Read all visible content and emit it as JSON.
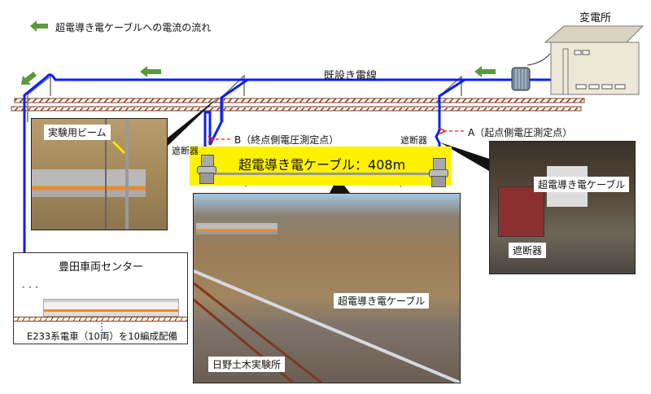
{
  "legend": {
    "text": "超電導き電ケーブルへの電流の流れ",
    "arrow_color": "#5b9a3c"
  },
  "labels": {
    "existing_line": "既設き電線",
    "substation": "変電所",
    "breaker_left": "遮断器",
    "breaker_right": "遮断器",
    "point_b": "B（終点側電圧測定点）",
    "point_a": "A（起点側電圧測定点）",
    "cable_box": "超電導き電ケーブル：408m"
  },
  "photos": {
    "beam": {
      "label": "実験用ビーム"
    },
    "site": {
      "label_cable": "超電導き電ケーブル",
      "label_site": "日野土木実験所"
    },
    "equipment": {
      "label_cable": "超電導き電ケーブル",
      "label_breaker": "遮断器"
    }
  },
  "depot": {
    "title": "豊田車両センター",
    "ellipsis": "⋮",
    "note": "E233系電車（10両）を10編成配備"
  },
  "colors": {
    "wire": "#0a1eff",
    "arrow": "#5b9a3c",
    "highlight": "#fff200",
    "rail": "#8b3a1a",
    "dash": "#e02020"
  }
}
